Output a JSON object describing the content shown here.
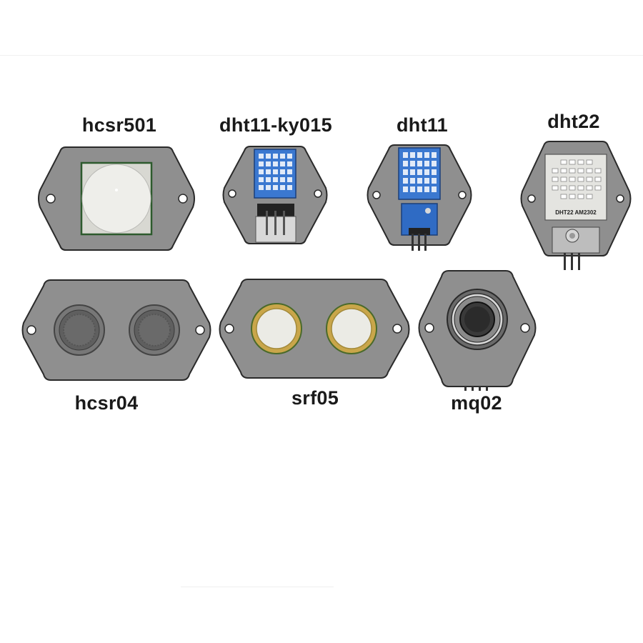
{
  "labels": {
    "hcsr501": "hcsr501",
    "dht11_ky015": "dht11-ky015",
    "dht11": "dht11",
    "dht22": "dht22",
    "hcsr04": "hcsr04",
    "srf05": "srf05",
    "mq02": "mq02"
  },
  "dht22_marking": "DHT22  AM2302",
  "colors": {
    "mount_fill": "#8f8f8f",
    "mount_stroke": "#2a2a2a",
    "sensor_blue": "#3b78d0",
    "dome_white": "#eeeeea",
    "ring_gold": "#c9a64a"
  }
}
